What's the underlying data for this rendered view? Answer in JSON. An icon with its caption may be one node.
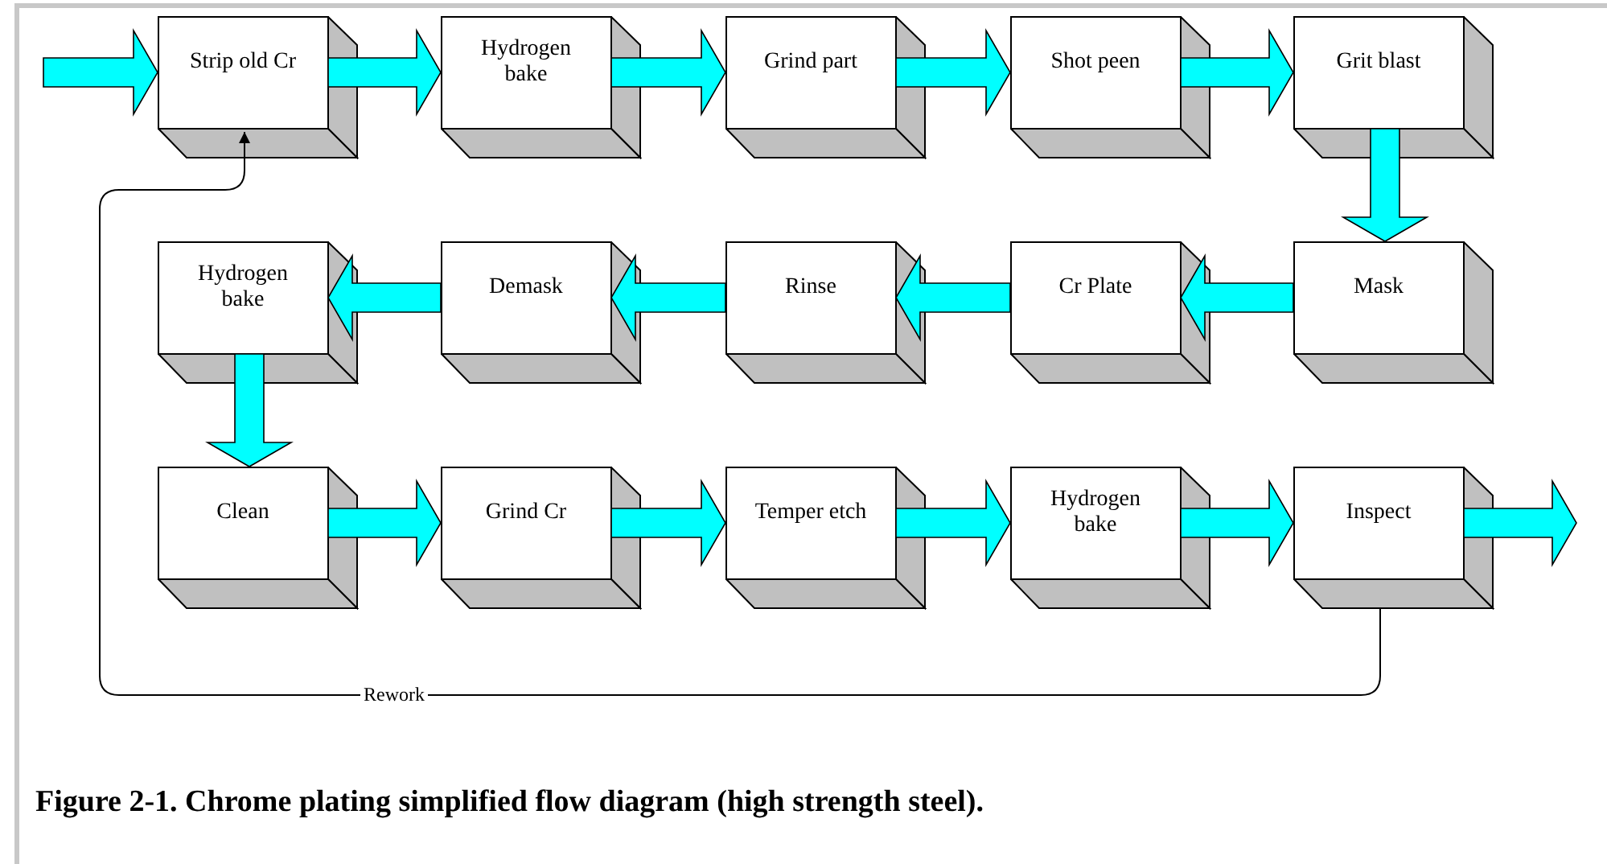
{
  "diagram": {
    "caption": "Figure 2-1. Chrome plating simplified flow diagram (high strength steel).",
    "nodes": [
      {
        "text": [
          "Strip old Cr"
        ]
      },
      {
        "text": [
          "Hydrogen bake"
        ]
      },
      {
        "text": [
          "Grind part"
        ]
      },
      {
        "text": [
          "Shot peen"
        ]
      },
      {
        "text": [
          "Grit blast"
        ]
      },
      {
        "text": [
          "Hydrogen bake"
        ]
      },
      {
        "text": [
          "Demask"
        ]
      },
      {
        "text": [
          "Rinse"
        ]
      },
      {
        "text": [
          "Cr Plate"
        ]
      },
      {
        "text": [
          "Mask"
        ]
      },
      {
        "text": [
          "Clean"
        ]
      },
      {
        "text": [
          "Grind Cr"
        ]
      },
      {
        "text": [
          "Temper etch"
        ]
      },
      {
        "text": [
          "Hydrogen bake"
        ]
      },
      {
        "text": [
          "Inspect"
        ]
      }
    ],
    "edges": [
      {
        "from": null,
        "to": 0,
        "arrow": "to"
      },
      {
        "from": 0,
        "to": 1,
        "arrow": "to"
      },
      {
        "from": 1,
        "to": 2,
        "arrow": "to"
      },
      {
        "from": 2,
        "to": 3,
        "arrow": "to"
      },
      {
        "from": 3,
        "to": 4,
        "arrow": "to"
      },
      {
        "from": 4,
        "to": 9,
        "arrow": "to"
      },
      {
        "from": 9,
        "to": 8,
        "arrow": "to"
      },
      {
        "from": 8,
        "to": 7,
        "arrow": "to"
      },
      {
        "from": 7,
        "to": 6,
        "arrow": "to"
      },
      {
        "from": 6,
        "to": 5,
        "arrow": "to"
      },
      {
        "from": 5,
        "to": 10,
        "arrow": "to"
      },
      {
        "from": 10,
        "to": 11,
        "arrow": "to"
      },
      {
        "from": 11,
        "to": 12,
        "arrow": "to"
      },
      {
        "from": 12,
        "to": 13,
        "arrow": "to"
      },
      {
        "from": 13,
        "to": 14,
        "arrow": "to"
      },
      {
        "from": 14,
        "to": null,
        "arrow": "to"
      },
      {
        "from": 14,
        "to": 0,
        "arrow": "to",
        "label": "Rework",
        "color": "#000000"
      }
    ]
  }
}
